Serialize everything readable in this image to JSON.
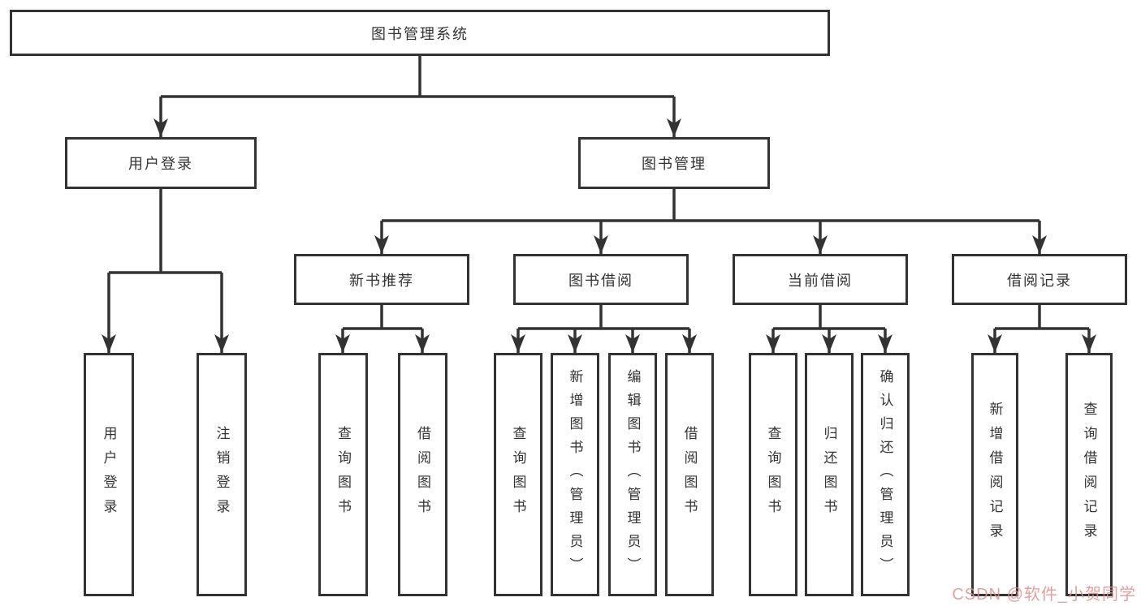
{
  "diagram": {
    "root": {
      "label": "图书管理系统"
    },
    "branches": [
      {
        "label": "用户登录",
        "children": [
          {
            "label": "用户登录"
          },
          {
            "label": "注销登录"
          }
        ]
      },
      {
        "label": "图书管理",
        "children": [
          {
            "label": "新书推荐",
            "children": [
              {
                "label": "查询图书"
              },
              {
                "label": "借阅图书"
              }
            ]
          },
          {
            "label": "图书借阅",
            "children": [
              {
                "label": "查询图书"
              },
              {
                "label": "新增图书（管理员）"
              },
              {
                "label": "编辑图书（管理员）"
              },
              {
                "label": "借阅图书"
              }
            ]
          },
          {
            "label": "当前借阅",
            "children": [
              {
                "label": "查询图书"
              },
              {
                "label": "归还图书"
              },
              {
                "label": "确认归还（管理员）"
              }
            ]
          },
          {
            "label": "借阅记录",
            "children": [
              {
                "label": "新增借阅记录"
              },
              {
                "label": "查询借阅记录"
              }
            ]
          }
        ]
      }
    ]
  },
  "watermark": {
    "text": "CSDN @软件_小贺同学"
  },
  "colors": {
    "line": "#333333",
    "text": "#333333",
    "background": "#ffffff",
    "watermark": "#e28e8e"
  }
}
